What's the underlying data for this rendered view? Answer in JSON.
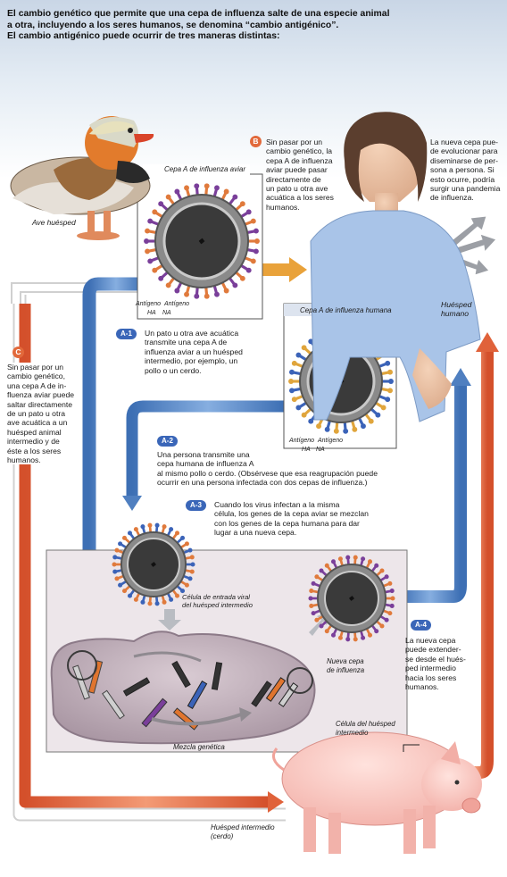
{
  "heading": {
    "line1": "El cambio genético que permite que una cepa de influenza salte de una especie animal",
    "line2": "a otra, incluyendo a los seres humanos, se denomina “cambio antigénico”.",
    "line3": "El cambio antigénico puede ocurrir de tres maneras distintas:"
  },
  "avian_host": {
    "label": "Ave huésped"
  },
  "avian_strain": {
    "title": "Cepa A de influenza aviar",
    "antigen1": "Antígeno",
    "antigen2": "Antígeno",
    "ha": "HA",
    "na": "NA"
  },
  "human_strain": {
    "title": "Cepa A de influenza humana",
    "antigen1": "Antígeno",
    "antigen2": "Antígeno",
    "ha": "HA",
    "na": "NA"
  },
  "human_host": {
    "label_line1": "Huésped",
    "label_line2": "humano"
  },
  "step_b": {
    "badge": "B",
    "lines": [
      "Sin pasar por un",
      "cambio genético, la",
      "cepa A de influenza",
      "aviar puede pasar",
      "directamente de",
      "un pato u otra ave",
      "acuática a los seres",
      "humanos."
    ]
  },
  "pandemic_note": {
    "lines": [
      "La nueva cepa pue-",
      "de evolucionar para",
      "diseminarse de per-",
      "sona a persona. Si",
      "esto ocurre, podría",
      "surgir una pandemia",
      "de influenza."
    ]
  },
  "step_c": {
    "badge": "C",
    "lines": [
      "Sin pasar por un",
      "cambio genético,",
      "una cepa A de in-",
      "fluenza aviar puede",
      "saltar directamente",
      "de un pato u otra",
      "ave acuática a un",
      "huésped animal",
      "intermedio y de",
      "éste a los seres",
      "humanos."
    ]
  },
  "step_a1": {
    "badge": "A-1",
    "lines": [
      "Un pato u otra ave acuática",
      "transmite una cepa A de",
      "influenza aviar a un huésped",
      "intermedio, por ejemplo, un",
      "pollo o un cerdo."
    ]
  },
  "step_a2": {
    "badge": "A-2",
    "lines": [
      "Una persona transmite una",
      "cepa humana de influenza A",
      "al mismo pollo o cerdo. (Obsérvese que esa reagrupación puede",
      "ocurrir en una persona infectada con dos cepas de influenza.)"
    ]
  },
  "step_a3": {
    "badge": "A-3",
    "lines": [
      "Cuando los virus infectan a la misma",
      "célula, los genes de la cepa aviar se mezclan",
      "con los genes de la cepa humana para dar",
      "lugar a una nueva cepa."
    ]
  },
  "entry_cell": {
    "line1": "Célula de entrada viral",
    "line2": "del huésped intermedio"
  },
  "new_strain": {
    "line1": "Nueva cepa",
    "line2": "de influenza"
  },
  "host_cell": {
    "line1": "Célula del huésped",
    "line2": "intermedio"
  },
  "genetic_mix": {
    "label": "Mezcla genética"
  },
  "step_a4": {
    "badge": "A-4",
    "lines": [
      "La nueva cepa",
      "puede extender-",
      "se desde el hués-",
      "ped intermedio",
      "hacia los seres",
      "humanos."
    ]
  },
  "intermediate_host": {
    "line1": "Huésped intermedio",
    "line2": "(cerdo)"
  },
  "colors": {
    "blue_arrow": "#4f7fc0",
    "orange_arrow": "#e0623a",
    "badge_blue": "#3a66b8",
    "badge_orange": "#e2693b",
    "cell": "#b5a6b1"
  }
}
